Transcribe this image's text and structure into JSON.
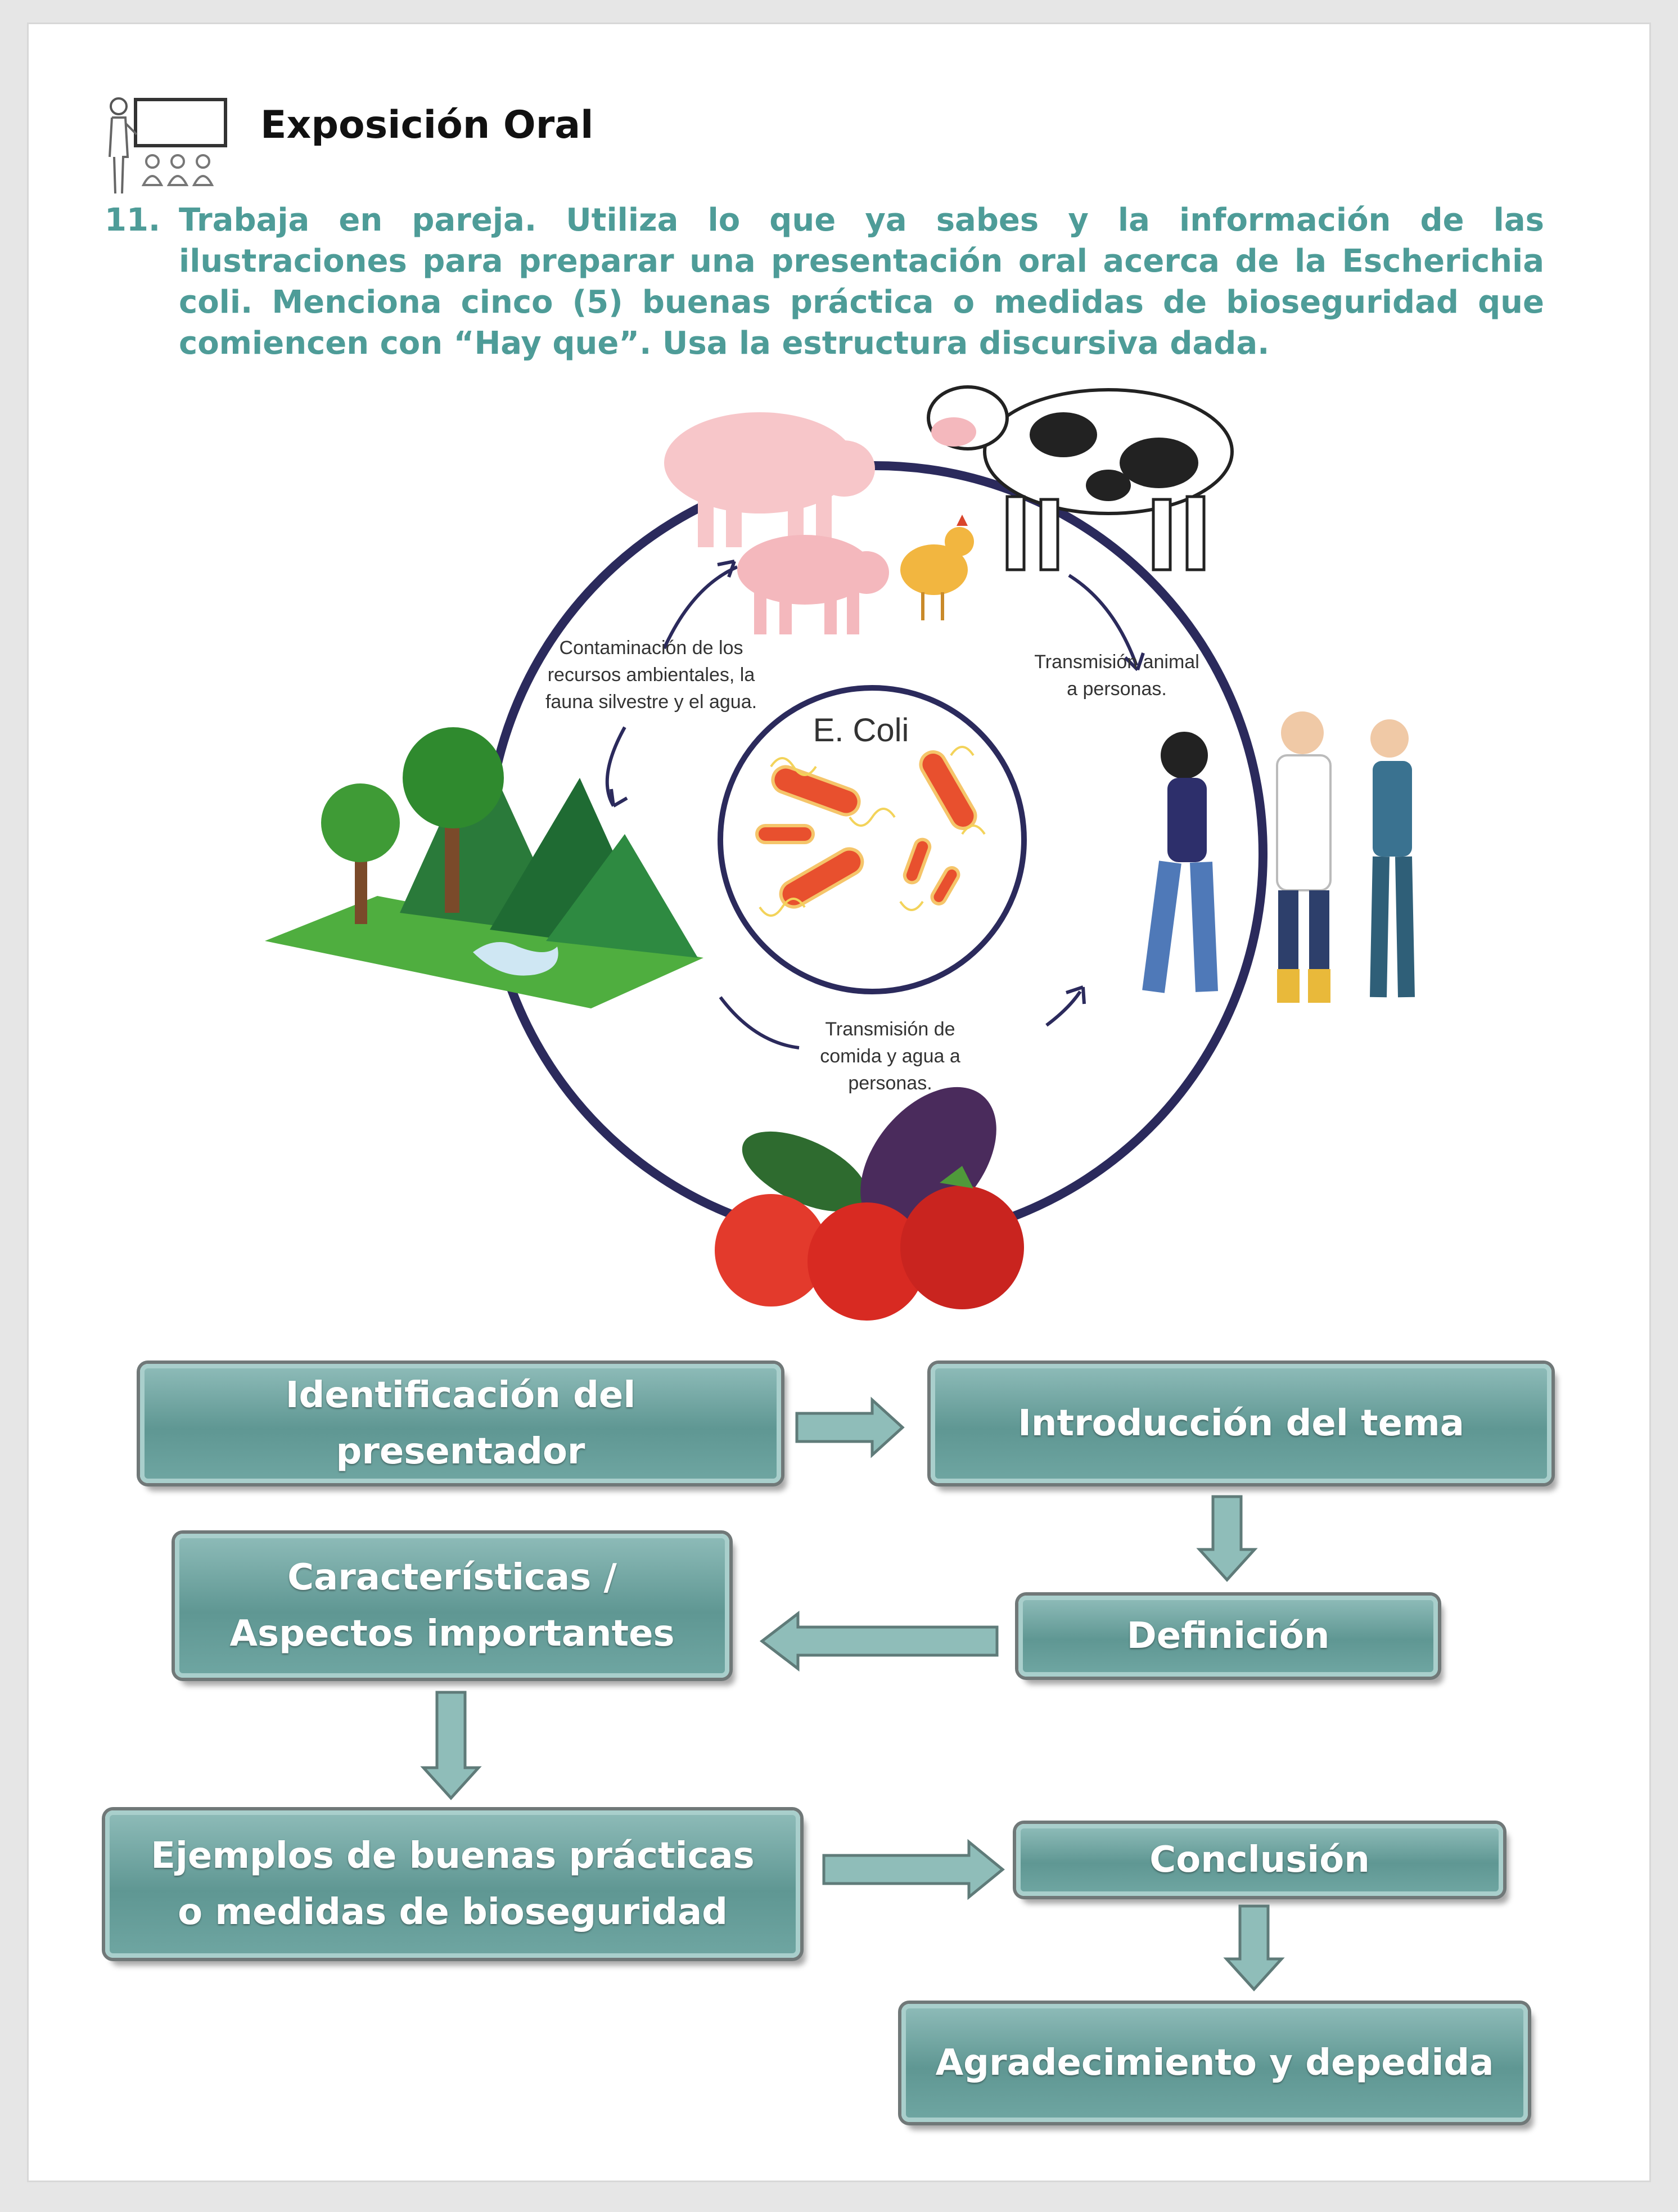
{
  "header": {
    "title": "Exposición Oral",
    "icon": "teacher-presentation-icon"
  },
  "instruction": {
    "number": "11.",
    "text": "Trabaja en pareja. Utiliza lo que ya sabes y la información de las ilustraciones para preparar una presentación oral acerca de la Escherichia coli. Menciona cinco (5) buenas práctica o medidas de bioseguridad que comiencen con “Hay que”. Usa la estructura discursiva dada."
  },
  "diagram": {
    "center_label": "E. Coli",
    "labels": {
      "contamination": [
        "Contaminación de los",
        "recursos ambientales, la",
        "fauna silvestre y el agua."
      ],
      "animal_to_people": [
        "Transmisión animal",
        "a personas."
      ],
      "food_to_people": [
        "Transmisión de",
        "comida y agua a",
        "personas."
      ]
    }
  },
  "flow": {
    "presenter": "Identificación del presentador",
    "intro": "Introducción del tema",
    "definition": "Definición",
    "characteristics": [
      "Características /",
      "Aspectos importantes"
    ],
    "examples": [
      "Ejemplos de buenas prácticas",
      "o medidas de bioseguridad"
    ],
    "conclusion": "Conclusión",
    "thanks": "Agradecimiento y depedida"
  },
  "colors": {
    "accent_text": "#4e9c98",
    "box_fill": "#6ea5a1",
    "cycle_ring": "#2b2a5c"
  }
}
